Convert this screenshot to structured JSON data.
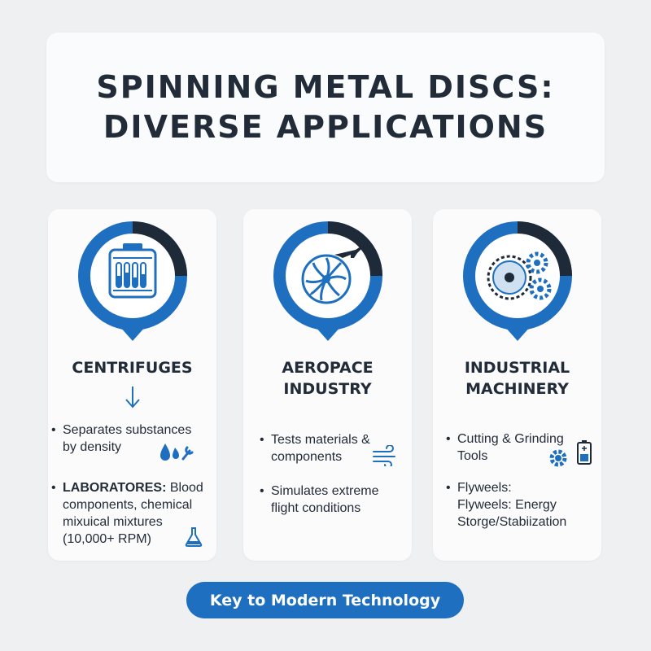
{
  "title": {
    "line1": "SPINNING METAL DISCS:",
    "line2": "DIVERSE APPLICATIONS"
  },
  "colors": {
    "accent": "#1f6fc0",
    "dark": "#1e2a38",
    "card": "#fbfbfc",
    "background": "#eef0f2"
  },
  "cards": [
    {
      "icon": "centrifuge-icon",
      "title_lines": [
        "CENTRIFUGES"
      ],
      "bullets": [
        {
          "lines": [
            "Separates substances",
            "by density"
          ]
        },
        {
          "lead": "LABORATORES:",
          "lines_after_lead": "Blood",
          "lines": [
            "components, chemical",
            "mixuical mixtures",
            "(10,000+ RPM)"
          ]
        }
      ]
    },
    {
      "icon": "turbine-airplane-icon",
      "title_lines": [
        "AEROPACE",
        "INDUSTRY"
      ],
      "bullets": [
        {
          "lines": [
            "Tests materials &",
            "components"
          ]
        },
        {
          "lines": [
            "Simulates extreme",
            "flight conditions"
          ]
        }
      ]
    },
    {
      "icon": "saw-blade-gears-icon",
      "title_lines": [
        "INDUSTRIAL",
        "MACHINERY"
      ],
      "bullets": [
        {
          "lines": [
            "Cutting & Grinding",
            "Tools"
          ]
        },
        {
          "lines": [
            "Flyweels:",
            "Flyweels: Energy",
            "Storge/Stabiization"
          ]
        }
      ]
    }
  ],
  "footer": {
    "label": "Key to Modern Technology"
  }
}
